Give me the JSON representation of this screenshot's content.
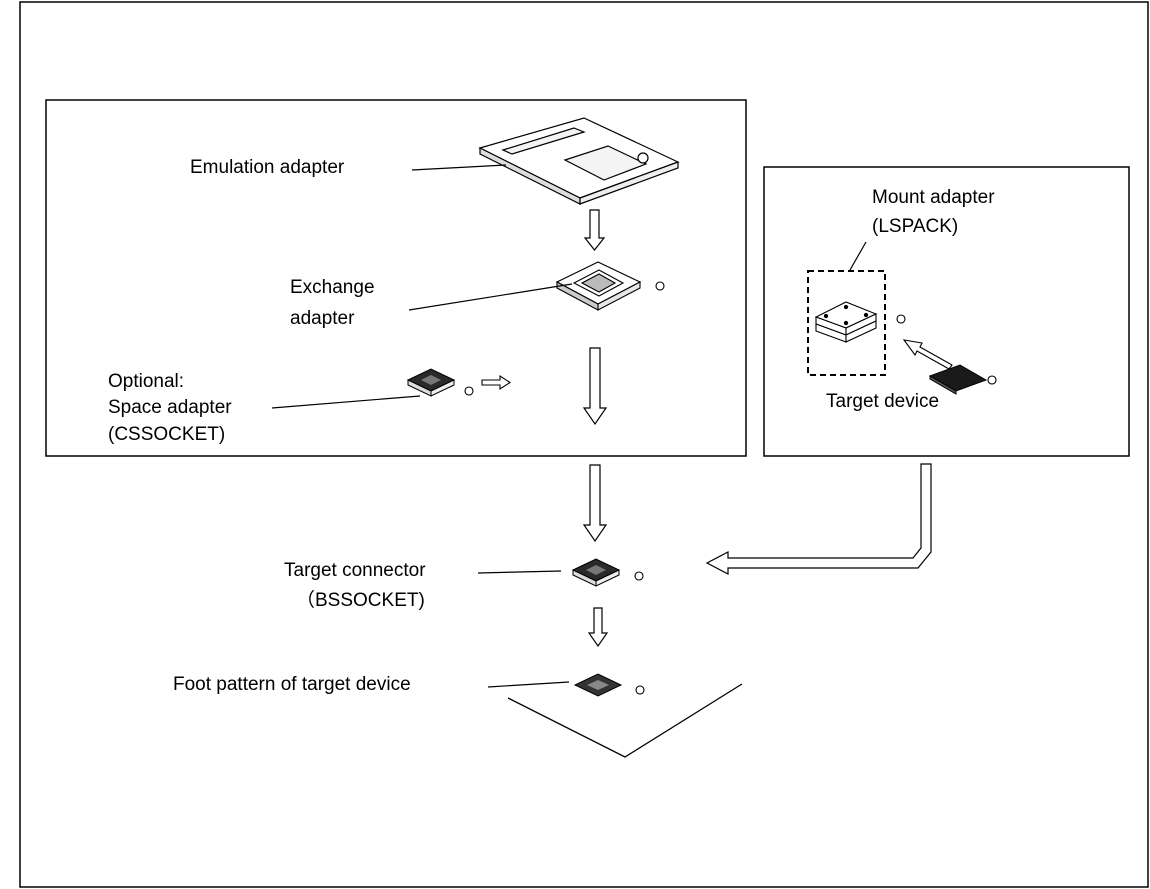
{
  "labels": {
    "emulation_adapter": "Emulation adapter",
    "exchange_adapter_line1": "Exchange",
    "exchange_adapter_line2": "adapter",
    "optional_line1": "Optional:",
    "optional_line2": "Space adapter",
    "optional_line3": "(CSSOCKET)",
    "mount_adapter_line1": "Mount adapter",
    "mount_adapter_line2": "(LSPACK)",
    "target_device": "Target device",
    "target_connector_line1": "Target connector",
    "target_connector_line2": "（BSSOCKET)",
    "foot_pattern": "Foot pattern of target device"
  },
  "colors": {
    "line": "#000000",
    "background": "#ffffff",
    "dark_part": "#1a1a1a"
  }
}
